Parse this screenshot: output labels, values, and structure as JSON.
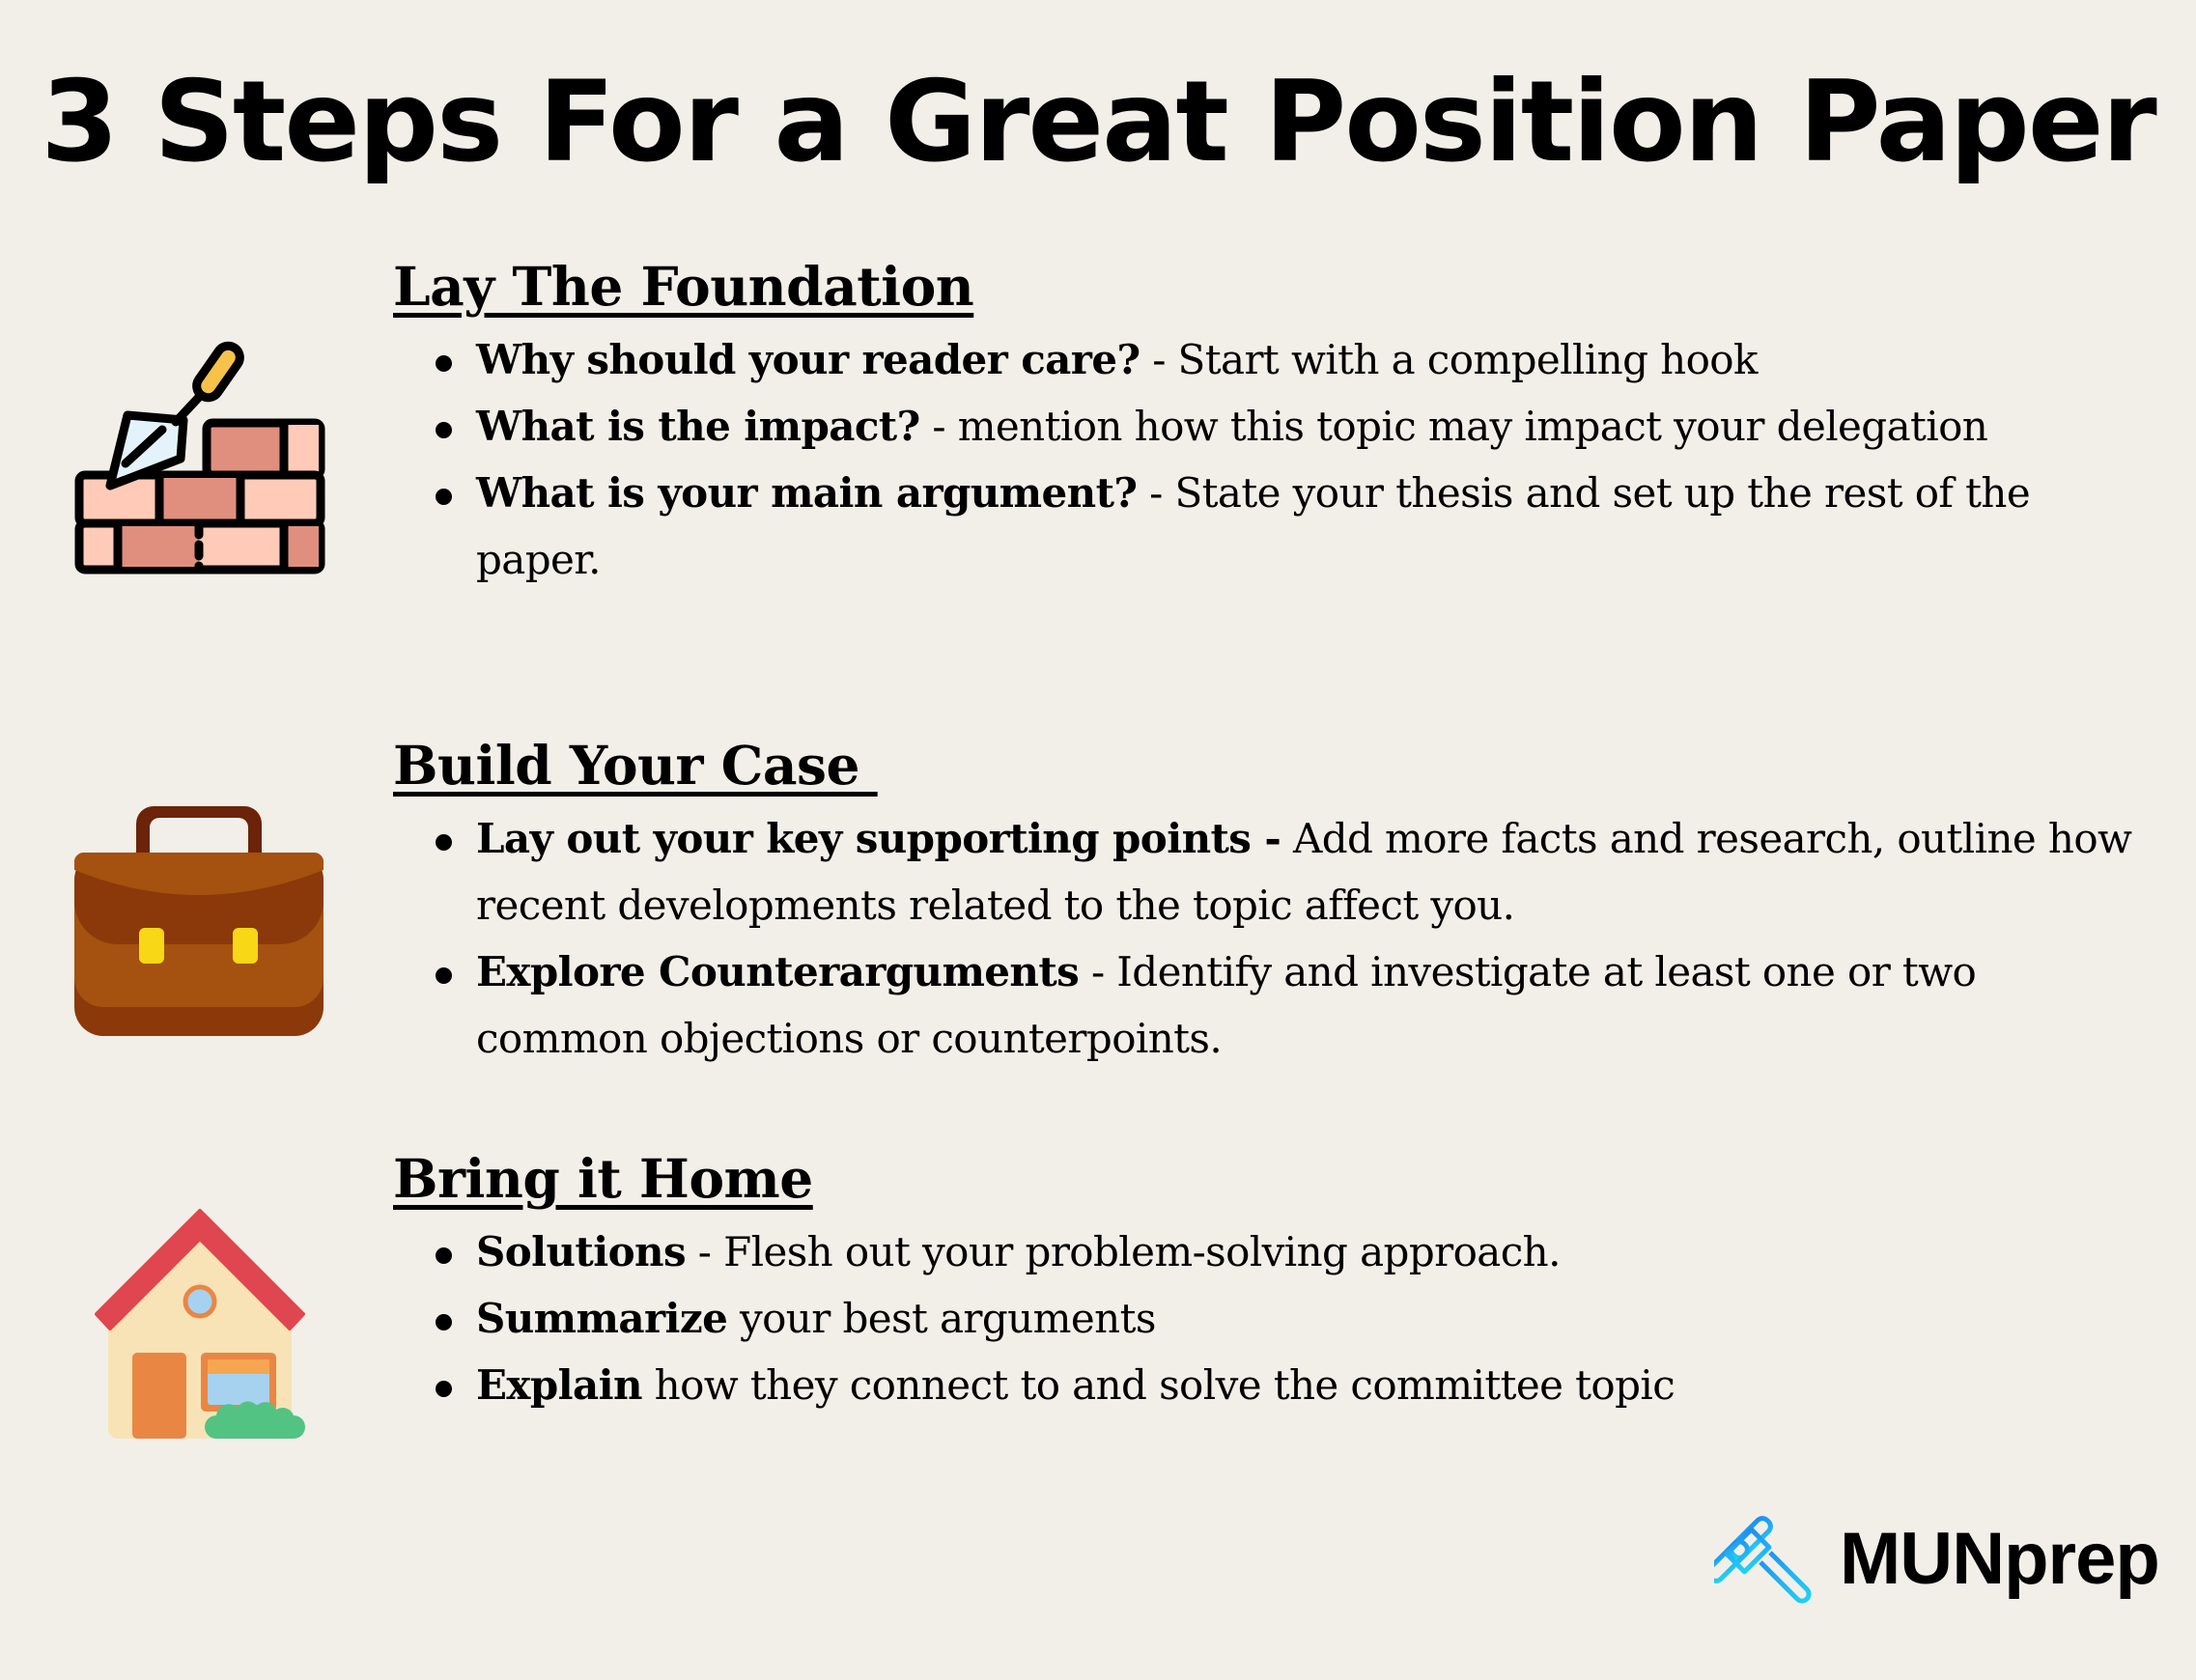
{
  "title": "3 Steps For a Great Position Paper",
  "sections": [
    {
      "heading": "Lay The Foundation",
      "icon": "brick-wall-trowel-icon",
      "bullets": [
        {
          "bold": "Why should your reader care?",
          "text": " - Start with a compelling hook"
        },
        {
          "bold": "What is the impact?",
          "text": " - mention how this topic may impact your delegation"
        },
        {
          "bold": "What is your main argument?",
          "text": " - State your thesis and set up the rest of the paper."
        }
      ]
    },
    {
      "heading": "Build Your Case ",
      "icon": "briefcase-icon",
      "bullets": [
        {
          "bold": "Lay out your key supporting points -",
          "text": " Add more facts and research, outline how recent developments related to the topic affect you."
        },
        {
          "bold": "Explore Counterarguments",
          "text": " - Identify and investigate at least one or two common objections or counterpoints."
        }
      ]
    },
    {
      "heading": "Bring it Home",
      "icon": "house-icon",
      "bullets": [
        {
          "bold": "Solutions",
          "text": " - Flesh out your problem-solving approach."
        },
        {
          "bold": "Summarize",
          "text": " your best arguments"
        },
        {
          "bold": "Explain",
          "text": " how they connect to and solve the committee topic"
        }
      ]
    }
  ],
  "logo": {
    "text": "MUNprep",
    "icon": "gavel-icon"
  },
  "colors": {
    "background": "#f2efe9",
    "brick_light": "#ffcbb8",
    "brick_dark": "#e08f7e",
    "trowel_handle": "#f6c24a",
    "trowel_blade": "#e4f3fb",
    "briefcase_main": "#a5510f",
    "briefcase_dark": "#8b390b",
    "briefcase_handle": "#6b2409",
    "briefcase_clasp": "#f7d716",
    "roof": "#e0464f",
    "house_wall": "#f7e3b5",
    "door": "#ea8644",
    "window": "#a6d1ef",
    "bush": "#52c383",
    "gavel_gradient_start": "#1e8ff0",
    "gavel_gradient_end": "#22d2f3"
  }
}
